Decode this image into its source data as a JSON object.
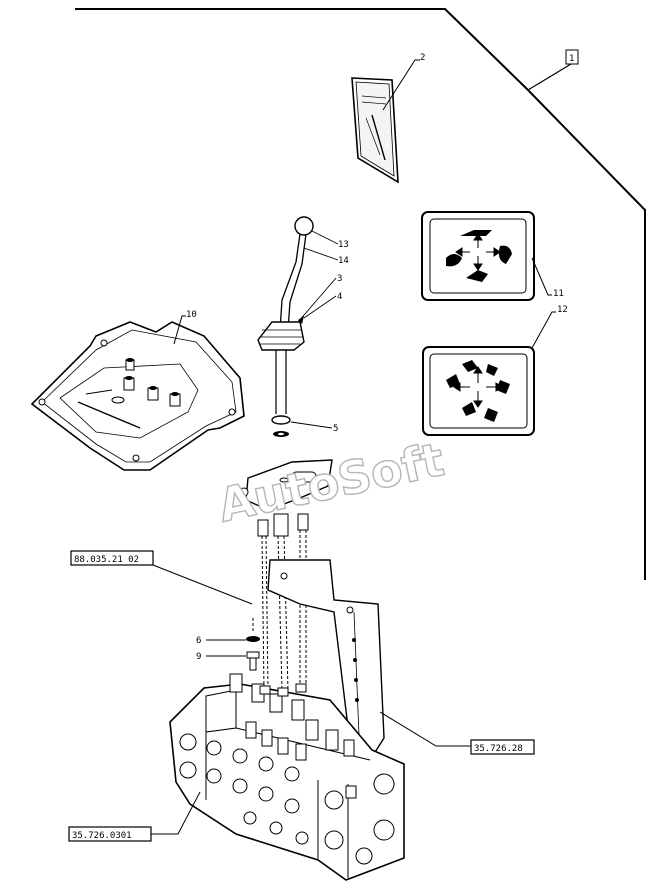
{
  "page_indicator": "1",
  "callouts": {
    "c2": "2",
    "c13": "13",
    "c14": "14",
    "c3": "3",
    "c4": "4",
    "c10": "10",
    "c11": "11",
    "c12": "12",
    "c5": "5",
    "c6": "6",
    "c9": "9"
  },
  "references": {
    "r1": "88.035.21 02",
    "r2": "35.726.28",
    "r3": "35.726.0301"
  },
  "watermark": "AutoSoft"
}
